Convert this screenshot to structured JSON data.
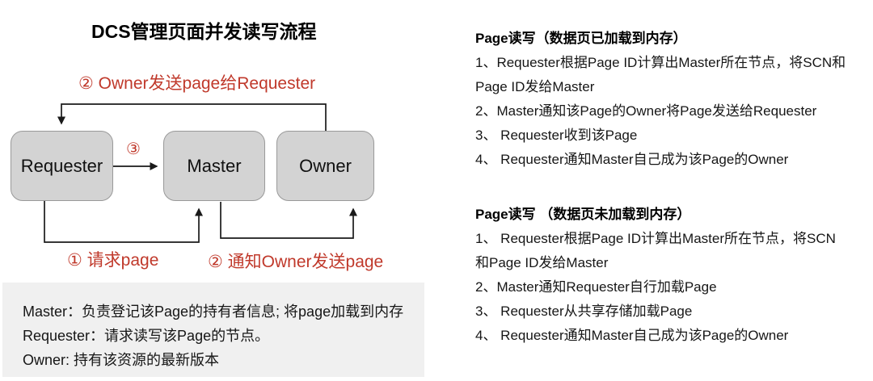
{
  "title": "DCS管理页面并发读写流程",
  "colors": {
    "accent_red": "#c0392b",
    "node_fill": "#d3d3d3",
    "node_border": "#999999",
    "legend_bg": "#f0f0f0",
    "line_color": "#1a1a1a"
  },
  "diagram": {
    "nodes": [
      {
        "label": "Requester"
      },
      {
        "label": "Master"
      },
      {
        "label": "Owner"
      }
    ],
    "edge_labels": {
      "top": "② Owner发送page给Requester",
      "step3": "③",
      "bottom_left": "① 请求page",
      "bottom_right": "② 通知Owner发送page"
    },
    "legend_lines": [
      "Master：负责登记该Page的持有者信息; 将page加载到内存",
      "Requester：请求读写该Page的节点。",
      "Owner: 持有该资源的最新版本"
    ]
  },
  "notes": {
    "block1": {
      "heading": "Page读写（数据页已加载到内存）",
      "lines": [
        "1、Requester根据Page ID计算出Master所在节点，将SCN和",
        "Page ID发给Master",
        "2、Master通知该Page的Owner将Page发送给Requester",
        "3、 Requester收到该Page",
        "4、 Requester通知Master自己成为该Page的Owner"
      ]
    },
    "block2": {
      "heading": "Page读写 （数据页未加载到内存）",
      "lines": [
        "1、 Requester根据Page ID计算出Master所在节点，将SCN",
        "和Page ID发给Master",
        "2、Master通知Requester自行加载Page",
        "3、 Requester从共享存储加载Page",
        "4、 Requester通知Master自己成为该Page的Owner"
      ]
    }
  }
}
